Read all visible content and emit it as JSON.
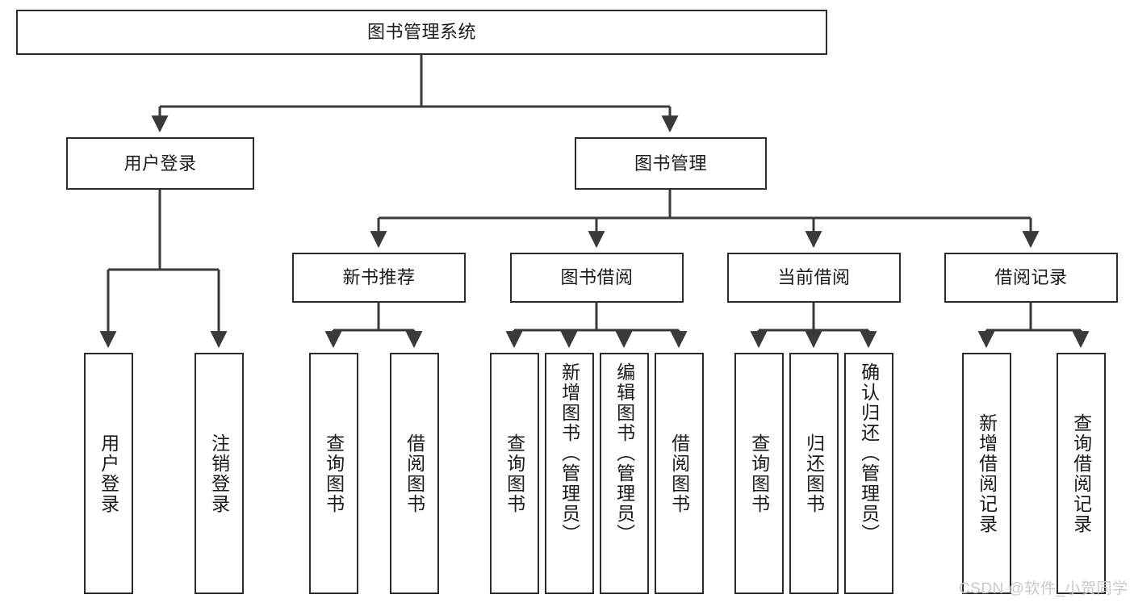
{
  "diagram": {
    "type": "tree",
    "title": "图书管理系统",
    "watermark": "CSDN @软件_小贺同学",
    "colors": {
      "box_border": "#2b2b2b",
      "box_fill": "#ffffff",
      "edge": "#3a3a3a",
      "text": "#1a1a1a",
      "watermark": "#c9c9c9",
      "background": "#ffffff"
    },
    "root": {
      "id": "root",
      "label": "图书管理系统",
      "orientation": "horizontal"
    },
    "level2": [
      {
        "id": "user-login",
        "label": "用户登录",
        "orientation": "horizontal"
      },
      {
        "id": "book-manage",
        "label": "图书管理",
        "orientation": "horizontal"
      }
    ],
    "level3": [
      {
        "id": "new-book-rec",
        "label": "新书推荐",
        "orientation": "horizontal",
        "parent": "book-manage"
      },
      {
        "id": "book-borrow",
        "label": "图书借阅",
        "orientation": "horizontal",
        "parent": "book-manage"
      },
      {
        "id": "current-borrow",
        "label": "当前借阅",
        "orientation": "horizontal",
        "parent": "book-manage"
      },
      {
        "id": "borrow-record",
        "label": "借阅记录",
        "orientation": "horizontal",
        "parent": "book-manage"
      }
    ],
    "leaves": [
      {
        "id": "leaf-user-login",
        "label": "用户登录",
        "orientation": "vertical",
        "parent": "user-login"
      },
      {
        "id": "leaf-user-logout",
        "label": "注销登录",
        "orientation": "vertical",
        "parent": "user-login"
      },
      {
        "id": "leaf-rec-query",
        "label": "查询图书",
        "orientation": "vertical",
        "parent": "new-book-rec"
      },
      {
        "id": "leaf-rec-borrow",
        "label": "借阅图书",
        "orientation": "vertical",
        "parent": "new-book-rec"
      },
      {
        "id": "leaf-borrow-query",
        "label": "查询图书",
        "orientation": "vertical",
        "parent": "book-borrow"
      },
      {
        "id": "leaf-borrow-add",
        "label": "新增图书（管理员）",
        "orientation": "vertical",
        "parent": "book-borrow"
      },
      {
        "id": "leaf-borrow-edit",
        "label": "编辑图书（管理员）",
        "orientation": "vertical",
        "parent": "book-borrow"
      },
      {
        "id": "leaf-borrow-lend",
        "label": "借阅图书",
        "orientation": "vertical",
        "parent": "book-borrow"
      },
      {
        "id": "leaf-current-query",
        "label": "查询图书",
        "orientation": "vertical",
        "parent": "current-borrow"
      },
      {
        "id": "leaf-current-return",
        "label": "归还图书",
        "orientation": "vertical",
        "parent": "current-borrow"
      },
      {
        "id": "leaf-current-confirm",
        "label": "确认归还（管理员）",
        "orientation": "vertical",
        "parent": "current-borrow"
      },
      {
        "id": "leaf-record-add",
        "label": "新增借阅记录",
        "orientation": "vertical",
        "parent": "borrow-record"
      },
      {
        "id": "leaf-record-query",
        "label": "查询借阅记录",
        "orientation": "vertical",
        "parent": "borrow-record"
      }
    ]
  }
}
